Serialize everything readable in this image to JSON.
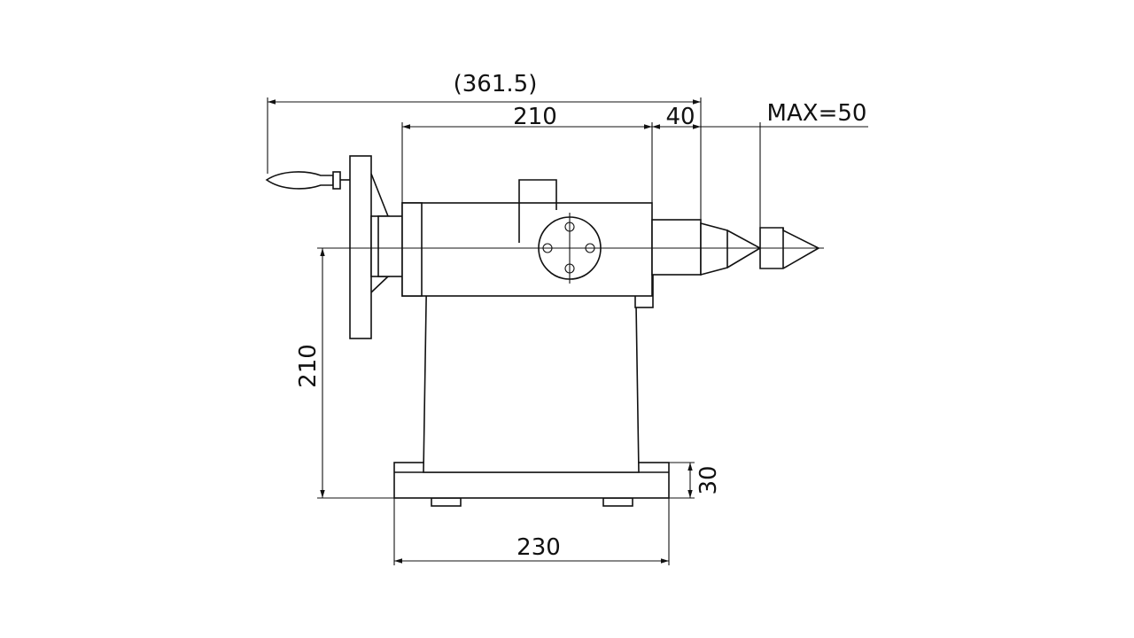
{
  "drawing": {
    "overall_length": "(361.5)",
    "body_length": "210",
    "quill_extension": "40",
    "max_stroke": "MAX=50",
    "center_height": "210",
    "base_thickness": "30",
    "base_width": "230"
  },
  "colors": {
    "line": "#111111",
    "background": "#ffffff"
  }
}
